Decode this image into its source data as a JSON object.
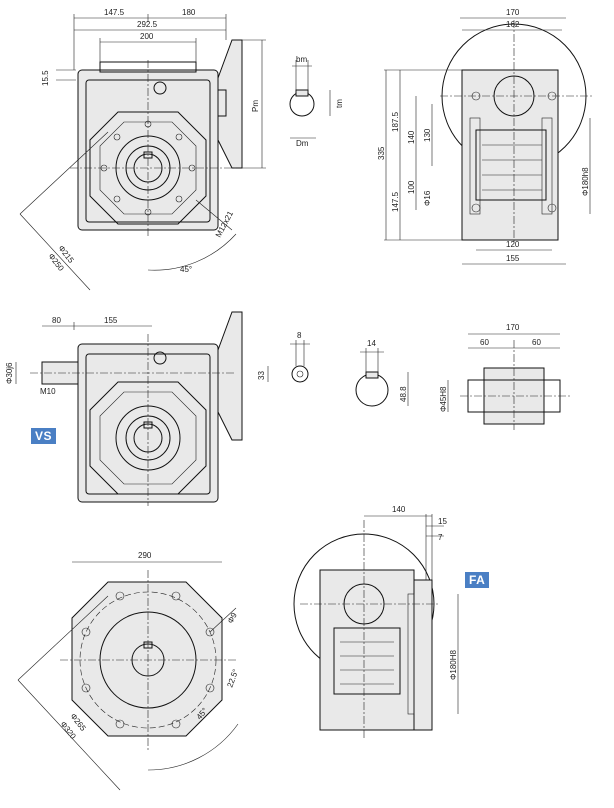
{
  "dims": {
    "d147_5": "147.5",
    "d180": "180",
    "d292_5": "292.5",
    "d200": "200",
    "d15_5": "15.5",
    "pm": "Pm",
    "bm": "bm",
    "tm": "tm",
    "dm": "Dm",
    "d215": "Φ215",
    "d250": "Φ250",
    "m12": "M12x21",
    "a45": "45°",
    "d170": "170",
    "d162": "162",
    "d335": "335",
    "d187_5": "187.5",
    "d140": "140",
    "d130": "130",
    "d100": "100",
    "d147_5b": "147.5",
    "d16": "Φ16",
    "d180h8": "Φ180h8",
    "d120": "120",
    "d155": "155",
    "d80": "80",
    "d155b": "155",
    "d30j6": "Φ30j6",
    "m10": "M10",
    "d8": "8",
    "d33": "33",
    "d14": "14",
    "d48_8": "48.8",
    "d170b": "170",
    "d60a": "60",
    "d60b": "60",
    "d45h8": "Φ45H8",
    "d290": "290",
    "d9": "Φ9",
    "a22_5": "22.5°",
    "a45b": "45°",
    "d265": "Φ265",
    "d320": "Φ320",
    "d140b": "140",
    "d15": "15",
    "d7": "7",
    "d180H8": "Φ180H8"
  },
  "badges": {
    "vs": "VS",
    "fa": "FA"
  },
  "colors": {
    "badge": "#4a7fc4"
  }
}
